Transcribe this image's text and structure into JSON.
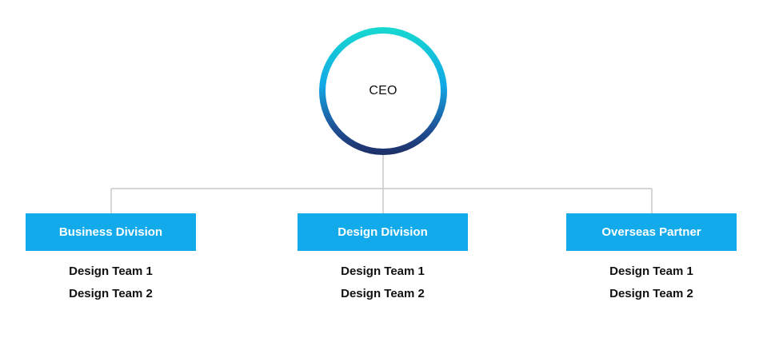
{
  "ceo": {
    "label": "CEO"
  },
  "divisions": [
    {
      "label": "Business Division",
      "teams": [
        "Design Team 1",
        "Design Team 2"
      ]
    },
    {
      "label": "Design Division",
      "teams": [
        "Design Team 1",
        "Design Team 2"
      ]
    },
    {
      "label": "Overseas Partner",
      "teams": [
        "Design Team 1",
        "Design Team 2"
      ]
    }
  ],
  "colors": {
    "division_fill": "#12aaea",
    "connector": "#c8c8c8",
    "ring_top": "#17d9d0",
    "ring_bottom": "#1d2f66"
  }
}
